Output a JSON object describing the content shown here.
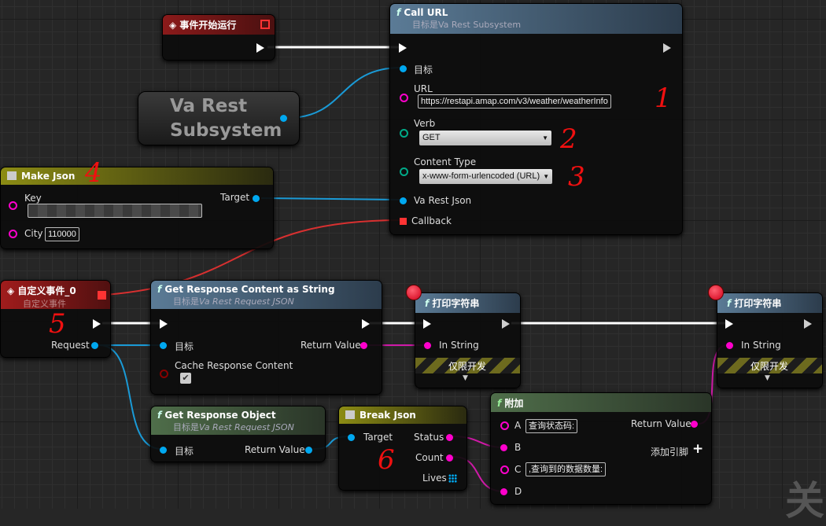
{
  "colors": {
    "exec": "#ffffff",
    "object": "#00a8f0",
    "string": "#f000c8",
    "delegate": "#ff3838",
    "event_header": "#8b1a1a",
    "function_header": "#4a6a80",
    "struct_header": "#7c7d12",
    "pure_header": "#4f6e4a"
  },
  "begin_play": {
    "title": "事件开始运行"
  },
  "call_url": {
    "title": "Call URL",
    "subtitle": "目标是Va Rest Subsystem",
    "pin_target": "目标",
    "pin_url": "URL",
    "url_value": "https://restapi.amap.com/v3/weather/weatherInfo",
    "pin_verb": "Verb",
    "verb_value": "GET",
    "pin_content_type": "Content Type",
    "content_type_value": "x-www-form-urlencoded (URL)",
    "pin_json": "Va Rest Json",
    "pin_callback": "Callback"
  },
  "subsystem": {
    "label": "Va Rest Subsystem"
  },
  "make_json": {
    "title": "Make Json",
    "pin_key": "Key",
    "pin_city": "City",
    "city_value": "110000",
    "pin_target": "Target"
  },
  "custom_event": {
    "title": "自定义事件_0",
    "subtitle": "自定义事件",
    "pin_request": "Request"
  },
  "get_content": {
    "title": "Get Response Content as String",
    "subtitle_prefix": "目标是",
    "subtitle_target": "Va Rest Request JSON",
    "pin_target": "目标",
    "pin_cache": "Cache Response Content",
    "cache_checked": true,
    "pin_return": "Return Value"
  },
  "print1": {
    "title": "打印字符串",
    "pin_in": "In String",
    "dev_only": "仅限开发"
  },
  "print2": {
    "title": "打印字符串",
    "pin_in": "In String",
    "dev_only": "仅限开发"
  },
  "get_object": {
    "title": "Get Response Object",
    "subtitle_prefix": "目标是",
    "subtitle_target": "Va Rest Request JSON",
    "pin_target": "目标",
    "pin_return": "Return Value"
  },
  "break_json": {
    "title": "Break Json",
    "pin_target": "Target",
    "pin_status": "Status",
    "pin_count": "Count",
    "pin_lives": "Lives"
  },
  "append": {
    "title": "附加",
    "pin_a": "A",
    "a_value": "查询状态码:",
    "pin_b": "B",
    "pin_c": "C",
    "c_value": ",查询到的数据数量:",
    "pin_d": "D",
    "pin_return": "Return Value",
    "add_pin": "添加引脚"
  },
  "annotations": [
    "1",
    "2",
    "3",
    "4",
    "5",
    "6"
  ],
  "watermark": "关"
}
